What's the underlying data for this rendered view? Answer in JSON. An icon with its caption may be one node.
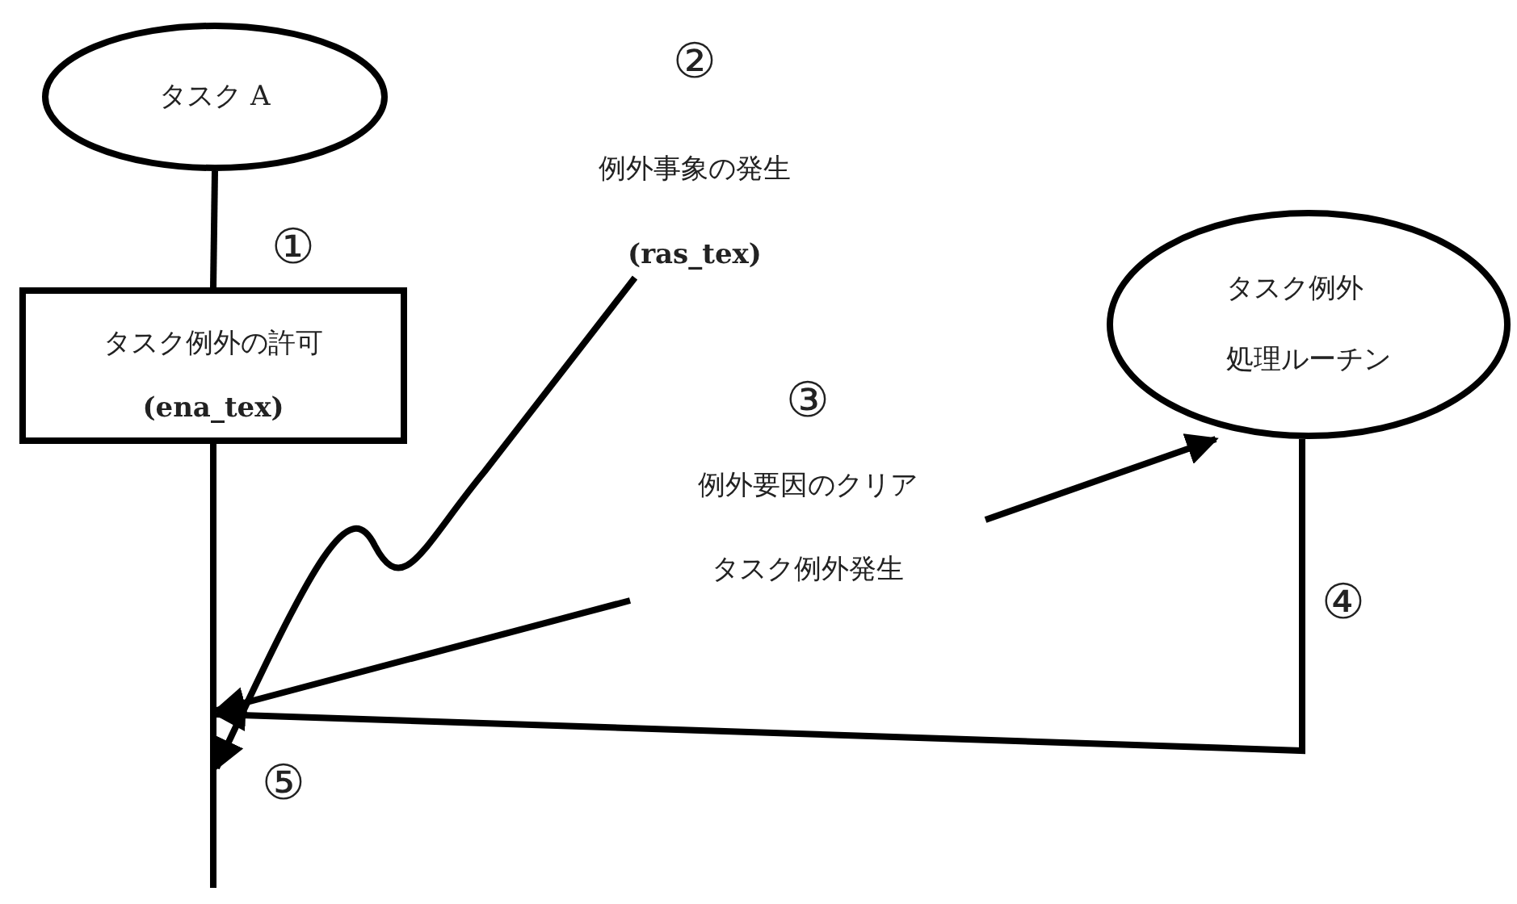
{
  "diagram": {
    "nodes": [
      {
        "text": [
          "タスク A"
        ]
      },
      {
        "text": [
          "タスク例外の許可",
          "(ena_tex)"
        ]
      },
      {
        "text": [
          "②",
          "例外事象の発生",
          "(ras_tex)"
        ]
      },
      {
        "text": [
          "タスク例外処理ルーチン"
        ]
      },
      {
        "text": [
          "③",
          "例外要因のクリア",
          "タスク例外発生"
        ]
      },
      {
        "text": [],
        "shape": "bar"
      }
    ],
    "edges": [
      {
        "from": 0,
        "to": 1,
        "arrow": "none"
      },
      {
        "from": 2,
        "to": 5,
        "arrow": "to"
      },
      {
        "from": 4,
        "to": 3,
        "arrow": "to"
      },
      {
        "from": 4,
        "to": 5,
        "arrow": "to"
      },
      {
        "from": 3,
        "to": 5,
        "arrow": "to"
      }
    ],
    "labels": [
      "①",
      "④",
      "⑤"
    ]
  }
}
